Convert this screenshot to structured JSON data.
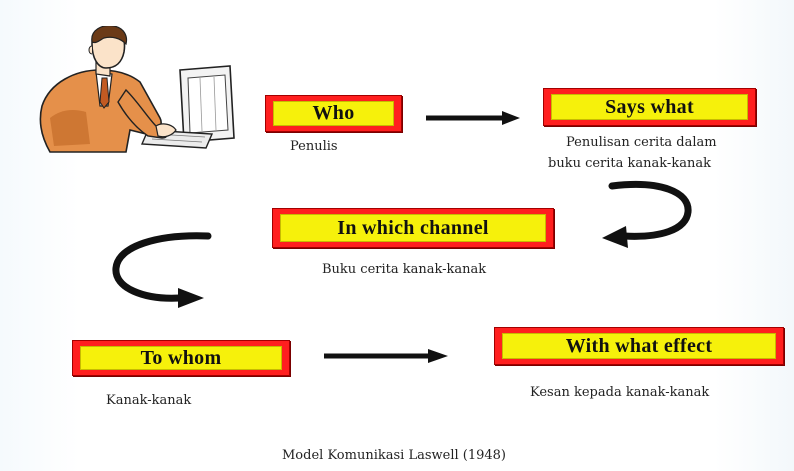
{
  "stages": {
    "who": {
      "label": "Who",
      "caption": "Penulis"
    },
    "says_what": {
      "label": "Says what",
      "caption_line1": "Penulisan cerita dalam",
      "caption_line2": "buku cerita kanak-kanak"
    },
    "channel": {
      "label": "In which channel",
      "caption": "Buku cerita kanak-kanak"
    },
    "to_whom": {
      "label": "To whom",
      "caption": "Kanak-kanak"
    },
    "effect": {
      "label": "With what effect",
      "caption": "Kesan kepada kanak-kanak"
    }
  },
  "footer_caption": "Model Komunikasi Laswell (1948)",
  "icons": {
    "illustration": "person-at-computer-icon",
    "arrows": [
      "arrow-right-icon",
      "curved-arrow-icon"
    ]
  },
  "colors": {
    "box_border": "#ff1f1f",
    "box_fill": "#f6f10b",
    "arrow": "#111111"
  }
}
